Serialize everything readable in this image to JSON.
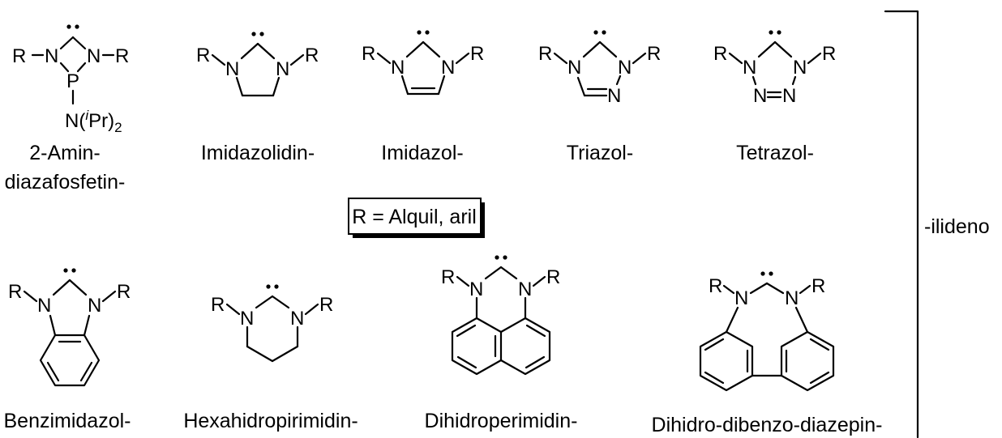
{
  "atoms": {
    "R": "R",
    "N": "N",
    "P": "P",
    "N_amine": "N(",
    "i": "i",
    "Pr": "Pr)",
    "two": "2"
  },
  "structures": [
    {
      "id": "aminodiazafosfetin",
      "label_lines": [
        "2-Amin-",
        "diazafosfetin-"
      ]
    },
    {
      "id": "imidazolidin",
      "label_lines": [
        "Imidazolidin-"
      ]
    },
    {
      "id": "imidazol",
      "label_lines": [
        "Imidazol-"
      ]
    },
    {
      "id": "triazol",
      "label_lines": [
        "Triazol-"
      ]
    },
    {
      "id": "tetrazol",
      "label_lines": [
        "Tetrazol-"
      ]
    },
    {
      "id": "benzimidazol",
      "label_lines": [
        "Benzimidazol-"
      ]
    },
    {
      "id": "hexahidropirimidin",
      "label_lines": [
        "Hexahidropirimidin-"
      ]
    },
    {
      "id": "dihidroperimidin",
      "label_lines": [
        "Dihidroperimidin-"
      ]
    },
    {
      "id": "dihidrodibenzodiazepin",
      "label_lines": [
        "Dihidro-dibenzo-diazepin-"
      ]
    }
  ],
  "key_box": "R = Alquil, aril",
  "suffix_label": "-ilideno"
}
